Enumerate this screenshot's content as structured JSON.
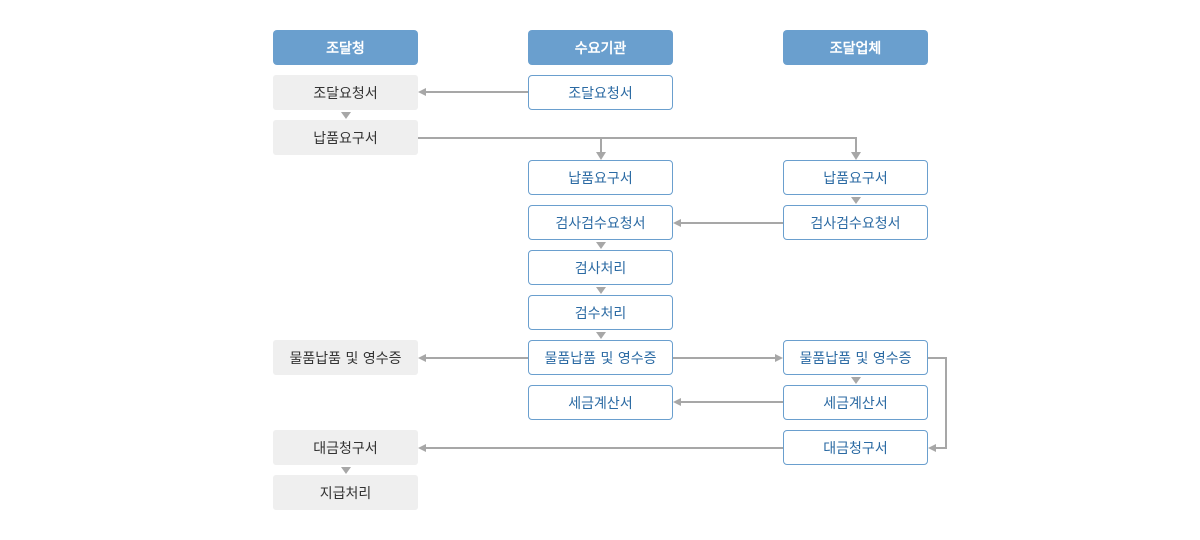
{
  "headers": {
    "procurement_office": "조달청",
    "demand_agency": "수요기관",
    "supplier": "조달업체"
  },
  "procurement_office": {
    "request": "조달요청서",
    "delivery_request": "납품요구서",
    "delivery_receipt": "물품납품 및 영수증",
    "payment_claim": "대금청구서",
    "payment": "지급처리"
  },
  "demand_agency": {
    "request": "조달요청서",
    "delivery_request": "납품요구서",
    "inspection_request": "검사검수요청서",
    "inspection": "검사처리",
    "acceptance": "검수처리",
    "delivery_receipt": "물품납품 및 영수증",
    "tax_invoice": "세금계산서"
  },
  "supplier": {
    "delivery_request": "납품요구서",
    "inspection_request": "검사검수요청서",
    "delivery_receipt": "물품납품 및 영수증",
    "tax_invoice": "세금계산서",
    "payment_claim": "대금청구서"
  }
}
